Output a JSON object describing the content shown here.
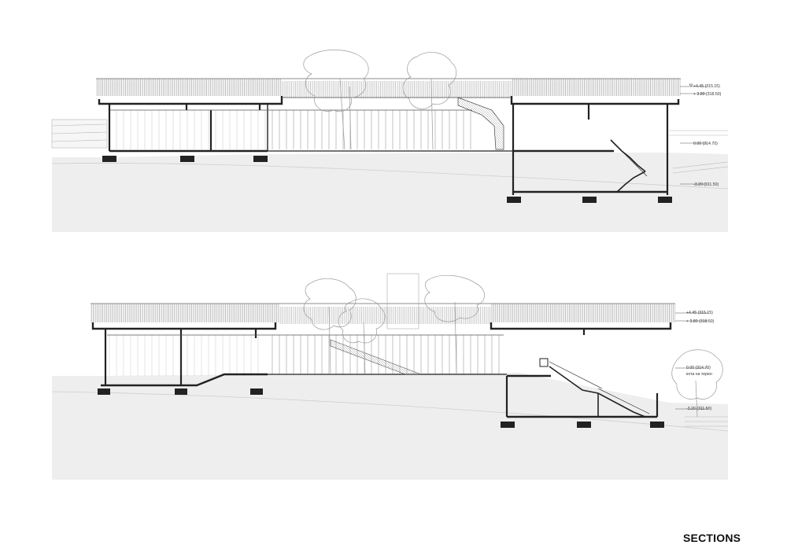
{
  "sheet": {
    "title": "SECTIONS"
  },
  "sections": [
    {
      "levels": {
        "roof_top": "+4.45 (315.15)",
        "roof_slab": "+ 3.80 (318.50)",
        "ground": "0.00 (314.70)",
        "basement": "-3.20 (311.50)"
      }
    },
    {
      "levels": {
        "roof_top": "+4.45 (315.15)",
        "roof_slab": "+ 3.80 (318.50)",
        "ground": "0.00 (314.70)",
        "terrain_note": "кота на терен",
        "basement": "-3.20 (311.50)"
      }
    }
  ],
  "colors": {
    "ground": "#eeeeee",
    "structure": "#222222",
    "thin_line": "#777777",
    "tree": "#9a9a9a",
    "hatch": "#aaaaaa"
  },
  "icons": [
    "tree-icon",
    "stair-icon",
    "level-marker-icon"
  ]
}
